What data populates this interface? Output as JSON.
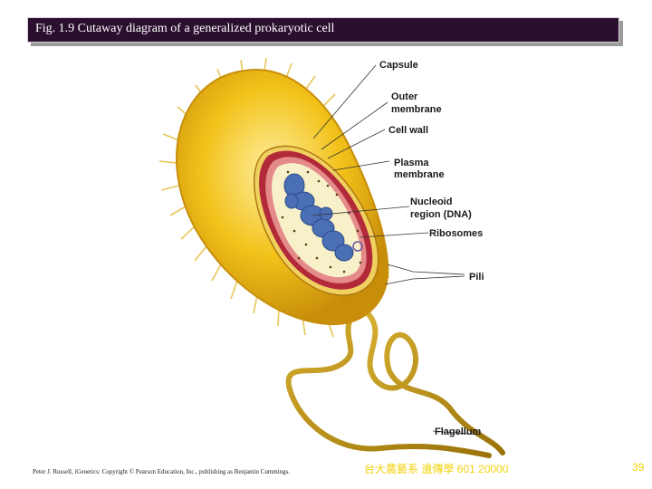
{
  "slide": {
    "title": "Fig. 1.9 Cutaway diagram of a generalized prokaryotic cell",
    "credit": "Peter J. Russell, iGenetics: Copyright © Pearson Education, Inc., publishing as Benjamin Cummings.",
    "course": "台大農藝系 遺傳學 601 20000",
    "page_number": "39"
  },
  "labels": {
    "capsule": "Capsule",
    "outer_membrane_1": "Outer",
    "outer_membrane_2": "membrane",
    "cell_wall": "Cell wall",
    "plasma_membrane_1": "Plasma",
    "plasma_membrane_2": "membrane",
    "nucleoid_1": "Nucleoid",
    "nucleoid_2": "region (DNA)",
    "ribosomes": "Ribosomes",
    "pili": "Pili",
    "flagellum": "Flagellum"
  },
  "colors": {
    "title_bar": "#2a0f2e",
    "capsule": "#f2c21a",
    "capsule_edge": "#c88e0a",
    "cell_wall": "#b22a3a",
    "cytoplasm": "#f7f0c8",
    "nucleoid": "#4a6fb5",
    "flagellum": "#b8900f",
    "footer_text": "#f2d20a"
  }
}
